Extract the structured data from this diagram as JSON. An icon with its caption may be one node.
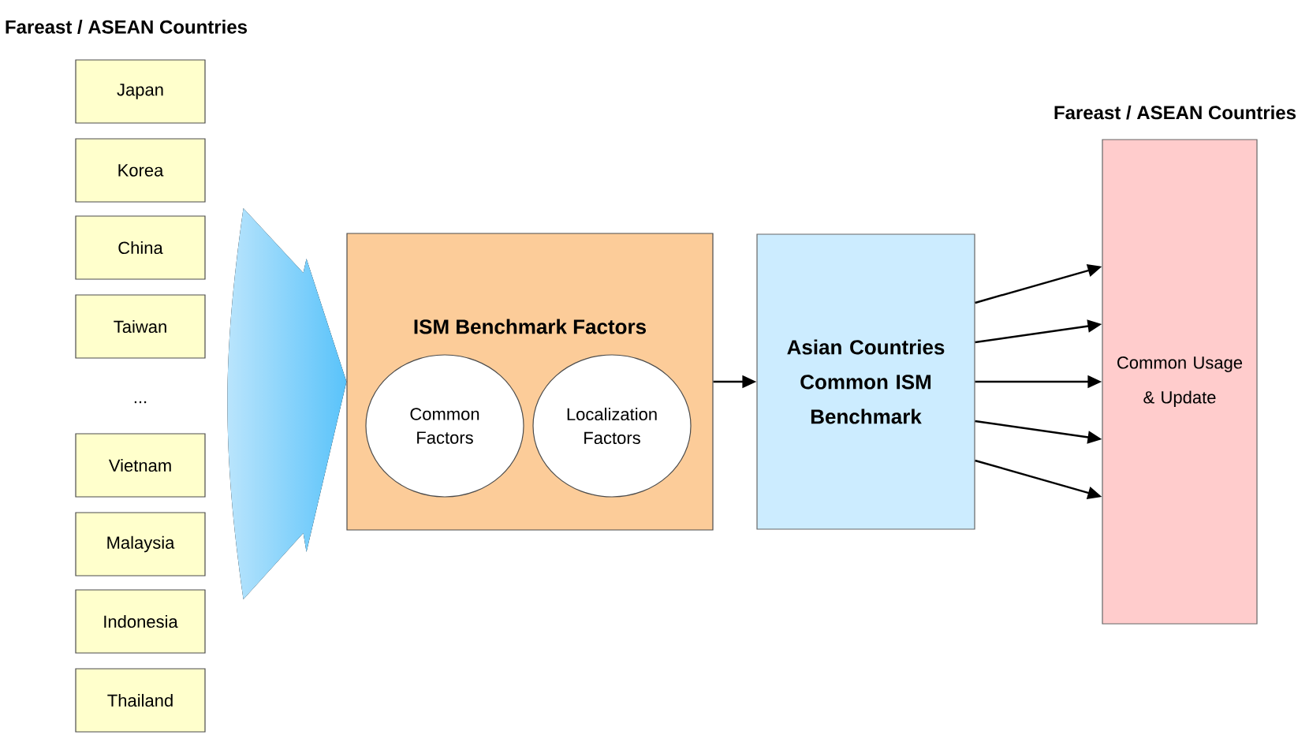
{
  "diagram": {
    "nodes": [
      {
        "text": [
          "Japan"
        ]
      },
      {
        "text": [
          "Korea"
        ]
      },
      {
        "text": [
          "China"
        ]
      },
      {
        "text": [
          "Taiwan"
        ]
      },
      {
        "text": [
          "Vietnam"
        ]
      },
      {
        "text": [
          "Malaysia"
        ]
      },
      {
        "text": [
          "Indonesia"
        ]
      },
      {
        "text": [
          "Thailand"
        ]
      },
      {
        "text": [
          "ISM Benchmark Factors"
        ]
      },
      {
        "text": [
          "Common Factors"
        ],
        "in": 8
      },
      {
        "text": [
          "Localization Factors"
        ],
        "in": 8
      },
      {
        "text": [
          "Asian Countries Common ISM Benchmark"
        ]
      },
      {
        "text": [
          "Fareast / ASEAN Countries",
          "Common Usage & Update"
        ]
      }
    ],
    "edges": [
      {
        "from": 0,
        "to": 8,
        "arrow": "to"
      },
      {
        "from": 1,
        "to": 8,
        "arrow": "to"
      },
      {
        "from": 2,
        "to": 8,
        "arrow": "to"
      },
      {
        "from": 3,
        "to": 8,
        "arrow": "to"
      },
      {
        "from": 4,
        "to": 8,
        "arrow": "to"
      },
      {
        "from": 5,
        "to": 8,
        "arrow": "to"
      },
      {
        "from": 6,
        "to": 8,
        "arrow": "to"
      },
      {
        "from": 7,
        "to": 8,
        "arrow": "to"
      },
      {
        "from": 8,
        "to": 11,
        "arrow": "to"
      },
      {
        "from": 11,
        "to": 12,
        "arrow": "to"
      },
      {
        "from": 11,
        "to": 12,
        "arrow": "to"
      },
      {
        "from": 11,
        "to": 12,
        "arrow": "to"
      },
      {
        "from": 11,
        "to": 12,
        "arrow": "to"
      },
      {
        "from": 11,
        "to": 12,
        "arrow": "to"
      }
    ],
    "labels": [
      "Fareast / ASEAN Countries",
      "..."
    ]
  }
}
